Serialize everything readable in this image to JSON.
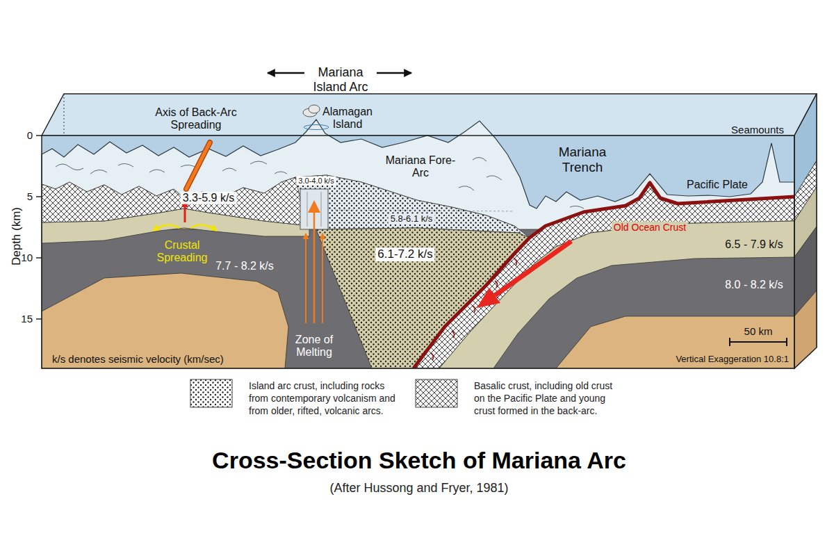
{
  "diagram": {
    "title": "Cross-Section Sketch of Mariana Arc",
    "caption": "(After Hussong and Fryer, 1981)",
    "labels": [
      "Mariana Island Arc",
      "Axis of Back-Arc Spreading",
      "Alamagan Island",
      "Mariana Fore-Arc",
      "Mariana Trench",
      "Seamounts",
      "Pacific Plate",
      "0",
      "5",
      "10",
      "15",
      "Depth (km)",
      "3.0-4.0 k/s",
      "3.3-5.9 k/s",
      "5.8-6.1 k/s",
      "Old Ocean Crust",
      "6.1-7.2 k/s",
      "Crustal Spreading",
      "7.7 - 8.2 k/s",
      "6.5 - 7.9 k/s",
      "8.0 - 8.2 k/s",
      "50 km",
      "Zone of Melting",
      "k/s denotes seismic velocity (km/sec)",
      "Vertical Exaggeration 10.8:1"
    ],
    "legend": [
      {
        "text": "Island arc crust, including rocks from contemporary volcanism and from older, rifted, volcanic arcs."
      },
      {
        "text": "Basalic crust, including old crust on the Pacific Plate and young crust formed in the back-arc."
      }
    ]
  }
}
